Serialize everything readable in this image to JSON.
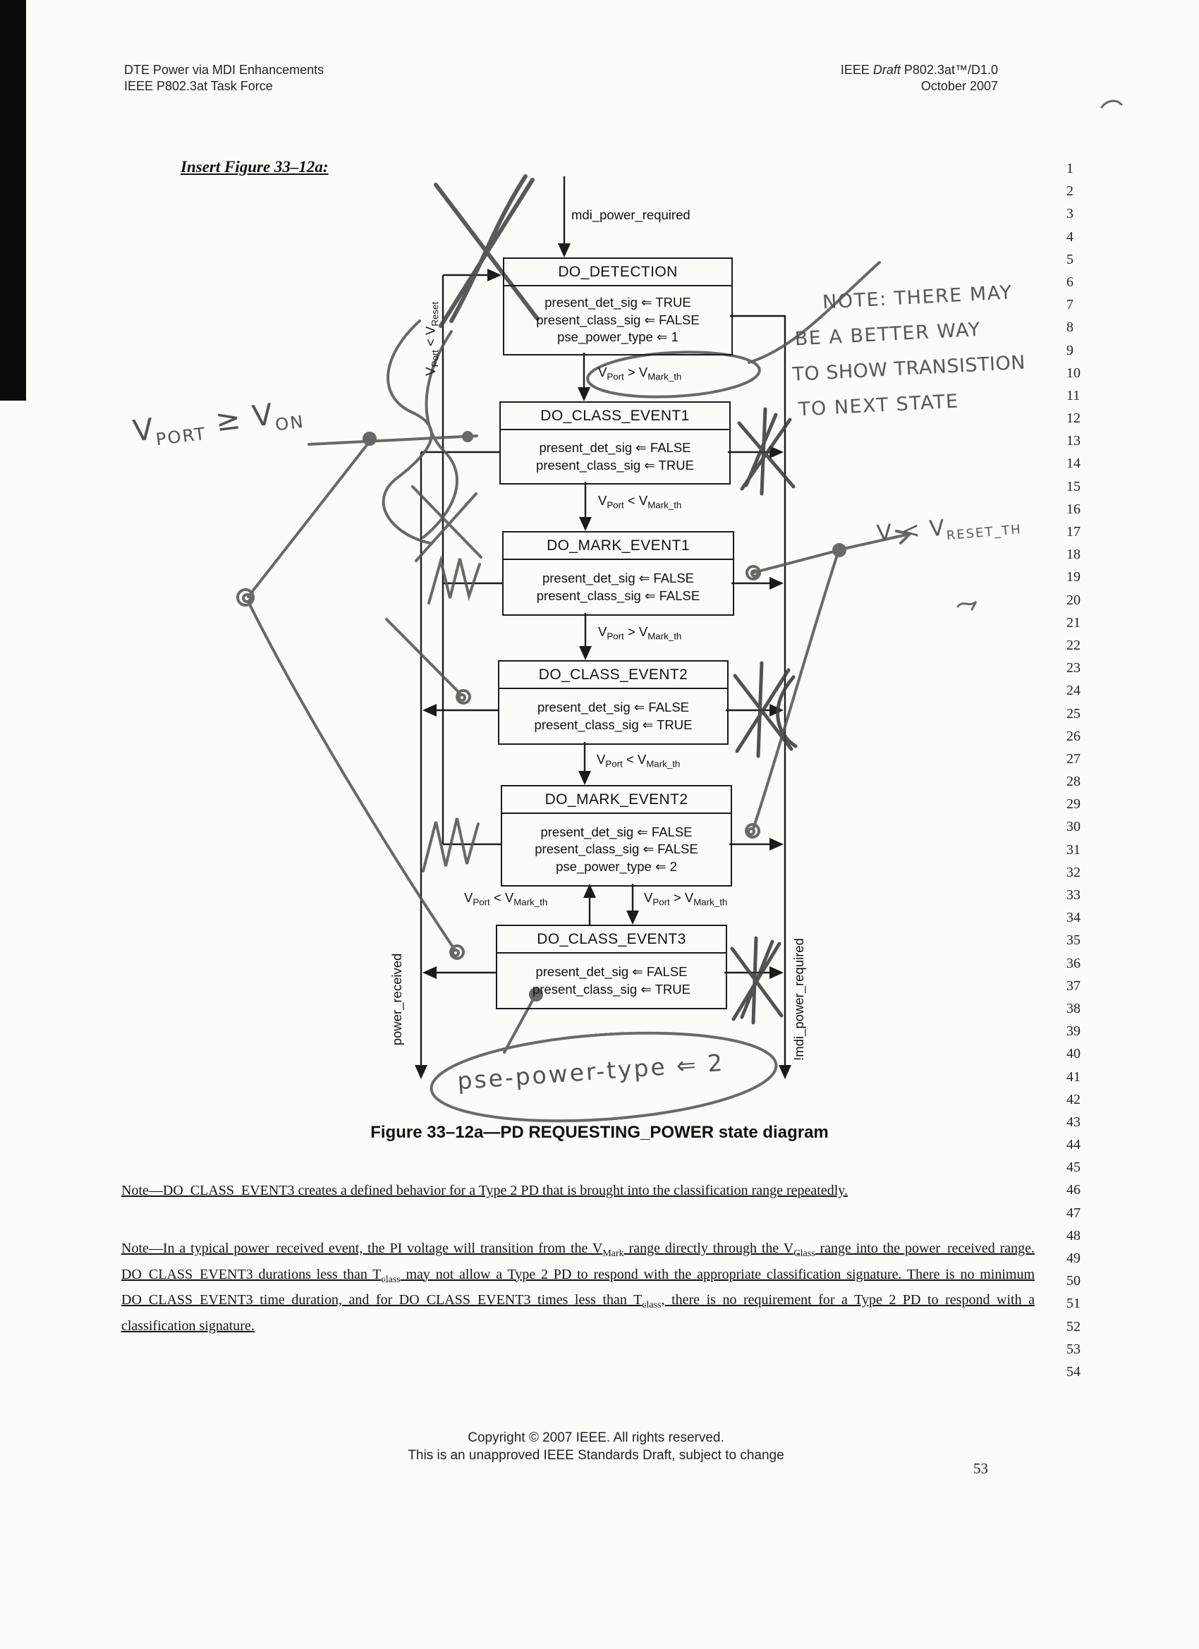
{
  "header": {
    "left_line1": "DTE Power via MDI Enhancements",
    "left_line2": "IEEE P802.3at Task Force",
    "right_line1_segments": [
      {
        "t": "IEEE "
      },
      {
        "t": "Draft",
        "i": true
      },
      {
        "t": " P802.3at™/D1.0"
      }
    ],
    "right_line2": "October 2007"
  },
  "insert_heading": "Insert Figure 33–12a:",
  "line_numbers": [
    "1",
    "2",
    "3",
    "4",
    "5",
    "6",
    "7",
    "8",
    "9",
    "10",
    "11",
    "12",
    "13",
    "14",
    "15",
    "16",
    "17",
    "18",
    "19",
    "20",
    "21",
    "22",
    "23",
    "24",
    "25",
    "26",
    "27",
    "28",
    "29",
    "30",
    "31",
    "32",
    "33",
    "34",
    "35",
    "36",
    "37",
    "38",
    "39",
    "40",
    "41",
    "42",
    "43",
    "44",
    "45",
    "46",
    "47",
    "48",
    "49",
    "50",
    "51",
    "52",
    "53",
    "54"
  ],
  "diagram": {
    "entry_label": "mdi_power_required",
    "states": [
      {
        "name": "DO_DETECTION",
        "actions": [
          "present_det_sig ⇐ TRUE",
          "present_class_sig ⇐ FALSE",
          "pse_power_type ⇐ 1"
        ]
      },
      {
        "name": "DO_CLASS_EVENT1",
        "actions": [
          "present_det_sig ⇐ FALSE",
          "present_class_sig ⇐ TRUE"
        ]
      },
      {
        "name": "DO_MARK_EVENT1",
        "actions": [
          "present_det_sig ⇐ FALSE",
          "present_class_sig ⇐ FALSE"
        ]
      },
      {
        "name": "DO_CLASS_EVENT2",
        "actions": [
          "present_det_sig ⇐ FALSE",
          "present_class_sig ⇐ TRUE"
        ]
      },
      {
        "name": "DO_MARK_EVENT2",
        "actions": [
          "present_det_sig ⇐ FALSE",
          "present_class_sig ⇐ FALSE",
          "pse_power_type ⇐ 2"
        ]
      },
      {
        "name": "DO_CLASS_EVENT3",
        "actions": [
          "present_det_sig ⇐ FALSE",
          "present_class_sig ⇐ TRUE"
        ]
      }
    ],
    "transitions": {
      "t1": [
        {
          "t": "V"
        },
        {
          "t": "Port",
          "sub": true
        },
        {
          "t": " > "
        },
        {
          "t": "V"
        },
        {
          "t": "Mark_th",
          "sub": true
        }
      ],
      "t2": [
        {
          "t": "V"
        },
        {
          "t": "Port",
          "sub": true
        },
        {
          "t": " < "
        },
        {
          "t": "V"
        },
        {
          "t": "Mark_th",
          "sub": true
        }
      ],
      "t3": [
        {
          "t": "V"
        },
        {
          "t": "Port",
          "sub": true
        },
        {
          "t": " > "
        },
        {
          "t": "V"
        },
        {
          "t": "Mark_th",
          "sub": true
        }
      ],
      "t4": [
        {
          "t": "V"
        },
        {
          "t": "Port",
          "sub": true
        },
        {
          "t": " < "
        },
        {
          "t": "V"
        },
        {
          "t": "Mark_th",
          "sub": true
        }
      ],
      "t5_left": [
        {
          "t": "V"
        },
        {
          "t": "Port",
          "sub": true
        },
        {
          "t": " < "
        },
        {
          "t": "V"
        },
        {
          "t": "Mark_th",
          "sub": true
        }
      ],
      "t5_right": [
        {
          "t": "V"
        },
        {
          "t": "Port",
          "sub": true
        },
        {
          "t": " > "
        },
        {
          "t": "V"
        },
        {
          "t": "Mark_th",
          "sub": true
        }
      ]
    },
    "side_labels": {
      "reset_segments": [
        {
          "t": "V"
        },
        {
          "t": "Port",
          "sub": true
        },
        {
          "t": " < "
        },
        {
          "t": "V"
        },
        {
          "t": "Reset",
          "sub": true
        }
      ],
      "power_received": "power_received",
      "not_mdi": "!mdi_power_required"
    }
  },
  "annotations": {
    "note_lines": [
      "NOTE: THERE MAY",
      "BE A BETTER WAY",
      "TO SHOW TRANSISTION",
      "TO NEXT STATE"
    ],
    "vport_von_segments": [
      {
        "t": "V"
      },
      {
        "t": "PORT",
        "sub": true
      },
      {
        "t": " ≥ "
      },
      {
        "t": "V"
      },
      {
        "t": "ON",
        "sub": true
      }
    ],
    "v_reset_segments": [
      {
        "t": "V"
      },
      {
        "t": " < "
      },
      {
        "t": "V"
      },
      {
        "t": "RESET_TH",
        "sub": true
      }
    ],
    "pse_power_type": "pse-power-type ⇐ 2"
  },
  "caption": "Figure 33–12a—PD REQUESTING_POWER state diagram",
  "notes": {
    "para1": "Note—DO_CLASS_EVENT3 creates a defined behavior for a Type 2 PD that is brought into the classification range repeatedly.",
    "para2_segments": [
      {
        "t": "Note—In a typical power_received event, the PI voltage will transition from the V"
      },
      {
        "t": "Mark",
        "sub": true
      },
      {
        "t": " range directly through the V"
      },
      {
        "t": "Class",
        "sub": true
      },
      {
        "t": " range into the power_received range. DO_CLASS_EVENT3 durations less than T"
      },
      {
        "t": "class",
        "sub": true
      },
      {
        "t": " may not allow a Type 2 PD to respond with the appropriate classification signature. There is no minimum DO_CLASS_EVENT3 time duration, and for DO_CLASS_EVENT3 times less than T"
      },
      {
        "t": "class",
        "sub": true
      },
      {
        "t": ", there is no requirement for a Type 2 PD to respond with a classification signature."
      }
    ]
  },
  "footer": {
    "line1": "Copyright © 2007 IEEE. All rights reserved.",
    "line2": "This is an unapproved IEEE Standards Draft, subject to change",
    "page_number": "53"
  },
  "colors": {
    "ink": "#1b1b1b",
    "pencil": "#575757",
    "paper": "#fbfbf8"
  }
}
